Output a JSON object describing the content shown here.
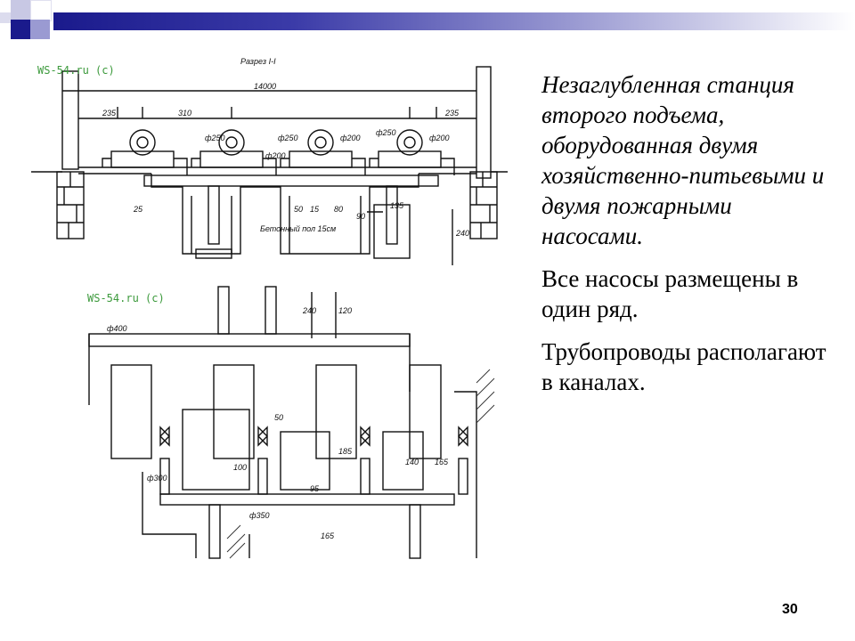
{
  "theme": {
    "bar_dark": "#1a1a8c",
    "watermark_color": "#3c9a3c"
  },
  "figure": {
    "section_title": "Разрез I-I",
    "watermark_top": "WS-54.ru (c)",
    "watermark_bottom": "WS-54.ru (c)",
    "dimensions": {
      "total": "14000",
      "d235_left": "235",
      "d310": "310",
      "d235_right": "235",
      "d25": "25",
      "d50a": "50",
      "d15": "15",
      "d80": "80",
      "d90": "90",
      "d135": "135",
      "d240_side": "240",
      "floor_label": "Бетонный пол 15см",
      "pipe_250a": "ф250",
      "pipe_250b": "ф250",
      "pipe_200a": "ф200",
      "pipe_200b": "ф200",
      "pipe_250c": "ф250",
      "pipe_200c": "ф200",
      "plan_400": "ф400",
      "plan_300": "ф300",
      "plan_350": "ф350",
      "plan_240": "240",
      "plan_120": "120",
      "plan_50": "50",
      "plan_100": "100",
      "plan_185": "185",
      "plan_140": "140",
      "plan_165": "165",
      "plan_95": "95",
      "plan_165b": "165"
    }
  },
  "text": {
    "para1": "Незаглубленная станция второго подъема, оборудованная двумя хозяйственно-питьевыми и двумя пожарными насосами.",
    "para2": "Все насосы размещены в один ряд.",
    "para3": "Трубопроводы располагают в каналах."
  },
  "page_number": "30"
}
